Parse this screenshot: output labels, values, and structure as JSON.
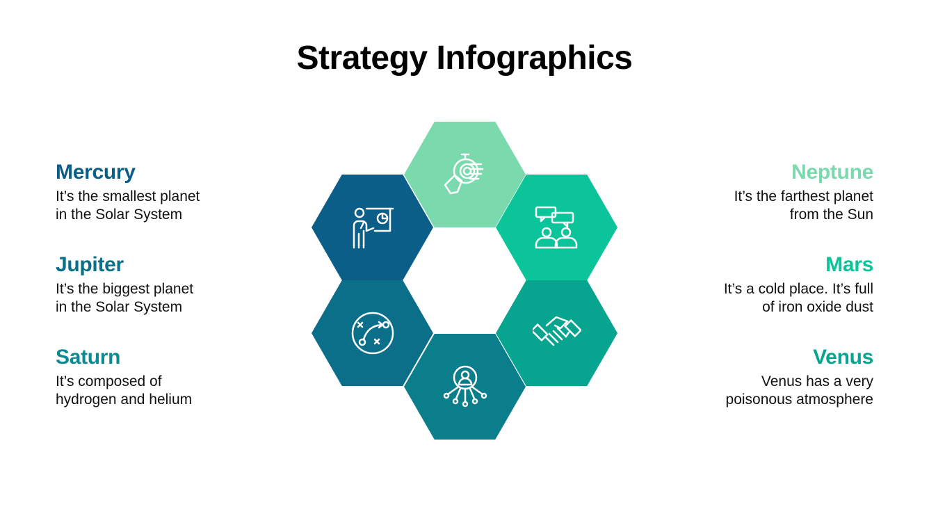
{
  "title": "Strategy Infographics",
  "colors": {
    "mercury": "#0b5e87",
    "jupiter": "#0b6f8a",
    "saturn": "#0d8a91",
    "neptune": "#7ad9ad",
    "mars": "#0cc49a",
    "venus": "#07a48f",
    "text": "#111111"
  },
  "left_items": [
    {
      "name": "Mercury",
      "desc_line1": "It’s the smallest planet",
      "desc_line2": "in the Solar System"
    },
    {
      "name": "Jupiter",
      "desc_line1": "It’s the biggest planet",
      "desc_line2": "in the Solar System"
    },
    {
      "name": "Saturn",
      "desc_line1": "It’s composed of",
      "desc_line2": "hydrogen and helium"
    }
  ],
  "right_items": [
    {
      "name": "Neptune",
      "desc_line1": "It’s the farthest planet",
      "desc_line2": "from the Sun"
    },
    {
      "name": "Mars",
      "desc_line1": "It’s a cold place. It’s full",
      "desc_line2": "of iron oxide dust"
    },
    {
      "name": "Venus",
      "desc_line1": "Venus has a very",
      "desc_line2": "poisonous atmosphere"
    }
  ],
  "hexagons": [
    {
      "position": "top",
      "icon": "stopwatch-hand-icon",
      "color": "#7ad9ad"
    },
    {
      "position": "upper-right",
      "icon": "team-discussion-icon",
      "color": "#0cc49a"
    },
    {
      "position": "lower-right",
      "icon": "handshake-icon",
      "color": "#07a48f"
    },
    {
      "position": "bottom",
      "icon": "user-network-icon",
      "color": "#0b7e8c"
    },
    {
      "position": "lower-left",
      "icon": "strategy-play-icon",
      "color": "#0b6f8a"
    },
    {
      "position": "upper-left",
      "icon": "presentation-icon",
      "color": "#0b5e87"
    }
  ]
}
